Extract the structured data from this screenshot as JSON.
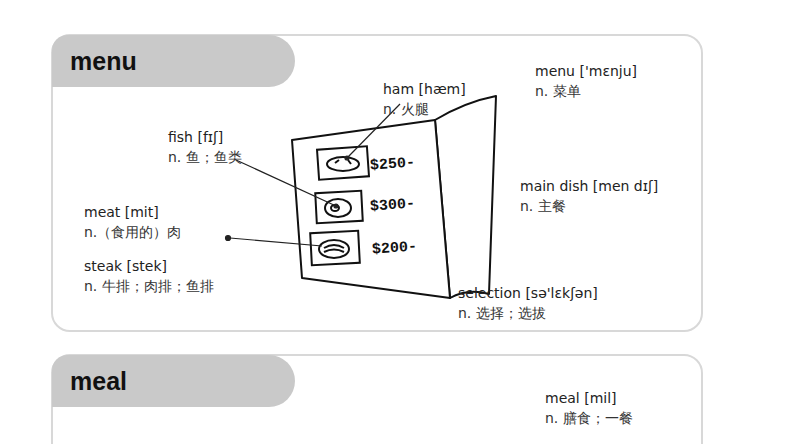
{
  "diagram": {
    "nodes": [
      {
        "text": [
          "menu"
        ]
      },
      {
        "text": [
          "meal"
        ]
      }
    ],
    "labels": [
      "ham [hæm]",
      "n. 火腿",
      "menu ['mɛnju]",
      "n. 菜单",
      "fish [fɪʃ]",
      "n. 鱼；鱼类",
      "meat [mit]",
      "n.（食用的）肉",
      "steak [stek]",
      "n. 牛排；肉排；鱼排",
      "main dish [men dɪʃ]",
      "n. 主餐",
      "selection [sə'lɛkʃən]",
      "n. 选择；选拔",
      "$250-",
      "$300-",
      "$200-",
      "meal [mil]",
      "n. 膳食；一餐"
    ]
  }
}
